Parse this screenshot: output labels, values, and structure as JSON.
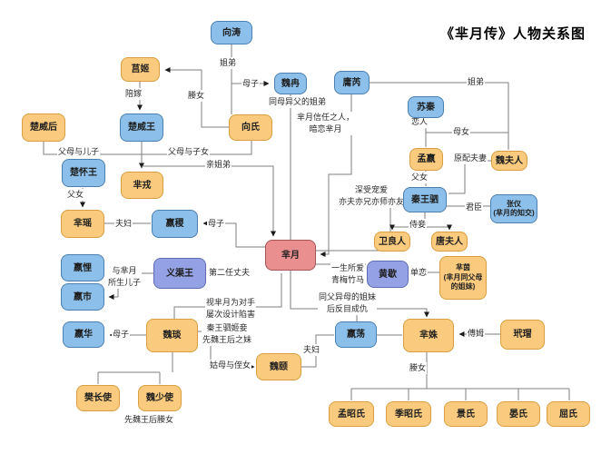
{
  "title": "《芈月传》人物关系图",
  "colors": {
    "orange_fill": "#FACB7E",
    "orange_border": "#D99E3F",
    "blue_fill": "#8CC0EA",
    "blue_border": "#4A7FB0",
    "purple_fill": "#94A2E5",
    "purple_border": "#5E6DB3",
    "red_fill": "#EA8F8F",
    "red_border": "#A65353",
    "line": "#7F7F7F",
    "arrow": "#1a1a1a"
  },
  "nodes": {
    "xiangtao": {
      "label": "向涛",
      "type": "blue"
    },
    "weiran": {
      "label": "魏冉",
      "type": "blue"
    },
    "juji": {
      "label": "莒姬",
      "type": "orange"
    },
    "chuweihou": {
      "label": "楚威后",
      "type": "orange"
    },
    "chuweiwang": {
      "label": "楚威王",
      "type": "blue"
    },
    "xiangshi": {
      "label": "向氏",
      "type": "orange"
    },
    "chuhuaiwang": {
      "label": "楚怀王",
      "type": "blue"
    },
    "mirong": {
      "label": "芈戎",
      "type": "orange"
    },
    "yongrui": {
      "label": "庸芮",
      "type": "blue"
    },
    "suqin": {
      "label": "苏秦",
      "type": "blue"
    },
    "mengying": {
      "label": "孟嬴",
      "type": "orange"
    },
    "weifuren": {
      "label": "魏夫人",
      "type": "orange"
    },
    "zhangyi": {
      "label": "张仪\n(芈月的知交)",
      "type": "blue"
    },
    "qinwangsi": {
      "label": "秦王驷",
      "type": "blue"
    },
    "weiliangren": {
      "label": "卫良人",
      "type": "orange"
    },
    "tangfuren": {
      "label": "唐夫人",
      "type": "orange"
    },
    "miyue": {
      "label": "芈月",
      "type": "red"
    },
    "huangxie": {
      "label": "黄歇",
      "type": "purple"
    },
    "miyin": {
      "label": "芈茵\n(芈月同父母\n的姐妹)",
      "type": "orange"
    },
    "miyao": {
      "label": "芈瑶",
      "type": "orange"
    },
    "yingji": {
      "label": "嬴稷",
      "type": "blue"
    },
    "yiquwang": {
      "label": "义渠王",
      "type": "purple"
    },
    "yingkui": {
      "label": "嬴悝",
      "type": "blue"
    },
    "yingfu": {
      "label": "嬴巿",
      "type": "blue"
    },
    "yinghua": {
      "label": "嬴华",
      "type": "blue"
    },
    "weiyan": {
      "label": "魏琰",
      "type": "orange"
    },
    "weiyi": {
      "label": "魏颐",
      "type": "orange"
    },
    "yingdang": {
      "label": "嬴荡",
      "type": "blue"
    },
    "mishu": {
      "label": "芈姝",
      "type": "orange"
    },
    "daimao": {
      "label": "玳瑁",
      "type": "orange"
    },
    "fanchangshi": {
      "label": "樊长使",
      "type": "orange"
    },
    "weishaoshi": {
      "label": "魏少使",
      "type": "orange"
    },
    "mengzhaoshi": {
      "label": "孟昭氏",
      "type": "orange"
    },
    "jizhaoshi": {
      "label": "季昭氏",
      "type": "orange"
    },
    "jingshi": {
      "label": "景氏",
      "type": "orange"
    },
    "yanshi": {
      "label": "晏氏",
      "type": "orange"
    },
    "qushi": {
      "label": "屈氏",
      "type": "orange"
    }
  },
  "rel": {
    "jiedi_top": "姐弟",
    "muzi_weiran": "母子",
    "tongmu_jiedi": "同母异父的姐弟",
    "yingnv_xiang": "媵女",
    "peijia": "陪嫁",
    "fumu_erzi": "父母与儿子",
    "fumu_zinv": "父母与子女",
    "qinjiedi": "亲姐弟",
    "funv_chu": "父女",
    "fufu_yao": "夫妇",
    "muzi_yingji": "母子",
    "yu_miyue_sons": "与芈月\n所生儿子",
    "dierren_zhangfu": "第二任丈夫",
    "xinren": "芈月信任之人，\n暗恋芈月",
    "jiedi_yong": "姐弟",
    "lianren": "恋人",
    "munv": "母女",
    "yuanpei_fuqi": "原配夫妻",
    "junchen": "君臣",
    "funv_meng": "父女",
    "shenshou": "深受宠爱\n亦夫亦兄亦师亦友",
    "shiqie": "侍妾",
    "danlian": "单恋",
    "yisheng_suoai": "一生所爱\n青梅竹马",
    "tongfu_yimu": "同父异母的姐妹\n后反目成仇",
    "shidui": "视芈月为对手\n屡次设计陷害",
    "qinwang_jiqie": "秦王驷姬妾\n先魏王后之妹",
    "muzi_yinghua": "母子",
    "gumu_zhinv": "姑母与侄女",
    "fufu_yi": "夫妇",
    "fumu_dai": "傅姆",
    "yingnv_mishu": "媵女",
    "xian_weiwanghou": "先魏王后媵女"
  }
}
